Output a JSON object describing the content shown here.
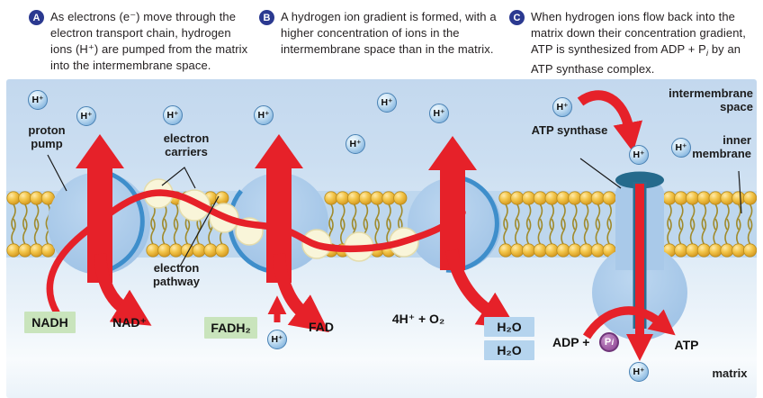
{
  "steps": [
    {
      "badge": "A",
      "pre": "As electrons (e⁻) move through the electron transport chain, hydrogen ions (H⁺) are pumped from the matrix into the intermembrane space.",
      "it": "",
      "post": ""
    },
    {
      "badge": "B",
      "pre": "A hydrogen ion gradient is formed, with a higher concentration of ions in the intermembrane space than in the matrix.",
      "it": "",
      "post": ""
    },
    {
      "badge": "C",
      "pre": "When hydrogen ions flow back into the matrix down their concentration gradient, ATP is synthesized from ADP + P",
      "it": "i",
      "post": " by an ATP synthase complex."
    }
  ],
  "diagram": {
    "region_labels": {
      "intermembrane_space": "intermembrane space",
      "inner_membrane": "inner membrane",
      "matrix": "matrix"
    },
    "component_labels": {
      "proton_pump": "proton pump",
      "electron_carriers": "electron carriers",
      "electron_pathway": "electron pathway",
      "atp_synthase": "ATP synthase"
    },
    "molecules": {
      "h_plus": "H⁺",
      "nadh": "NADH",
      "nad": "NAD⁺",
      "fadh2": "FADH₂",
      "fad": "FAD",
      "reaction": "4H⁺ + O₂",
      "h2o": "H₂O",
      "adp": "ADP +",
      "p": "P",
      "p_sub": "i",
      "atp": "ATP"
    },
    "colors": {
      "accent_red": "#e62129",
      "badge_indigo": "#2b3990",
      "pump_blue": "#a9c9e9",
      "ion_blue": "#8fbce2",
      "lipid_gold": "#eec04a",
      "carrier_cream": "#f9f5d9",
      "green_box": "#c9e4bc",
      "blue_box": "#b5d4ee",
      "pi_purple": "#a564a9",
      "synthase_teal": "#2a6d8f"
    }
  }
}
